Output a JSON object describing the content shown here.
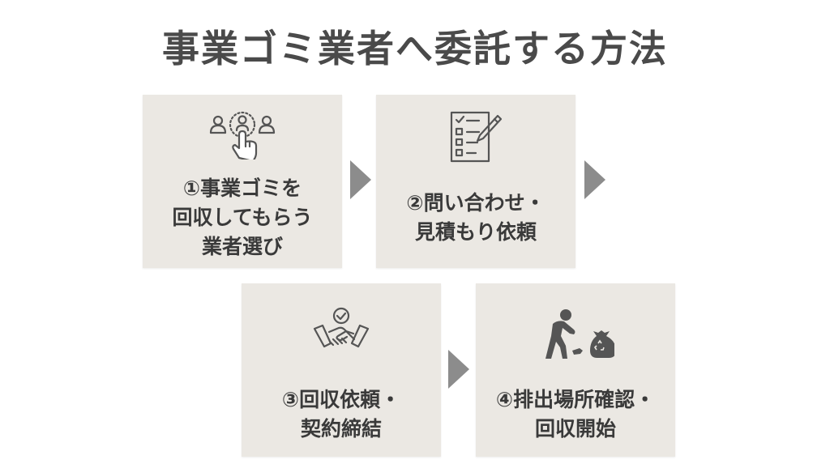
{
  "title": "事業ゴミ業者へ委託する方法",
  "steps": [
    {
      "lines": [
        "①事業ゴミを",
        "回収してもらう",
        "業者選び"
      ],
      "icon": "select-person-icon"
    },
    {
      "lines": [
        "②問い合わせ・",
        "見積もり依頼"
      ],
      "icon": "checklist-pen-icon"
    },
    {
      "lines": [
        "③回収依頼・",
        "契約締結"
      ],
      "icon": "handshake-check-icon"
    },
    {
      "lines": [
        "④排出場所確認・",
        "回収開始"
      ],
      "icon": "person-garbage-bag-icon"
    }
  ],
  "colors": {
    "card": "#ebe8e3",
    "arrow": "#8c8c8c",
    "text": "#3a3a3a",
    "title": "#4a4a4a",
    "icon": "#555555"
  }
}
